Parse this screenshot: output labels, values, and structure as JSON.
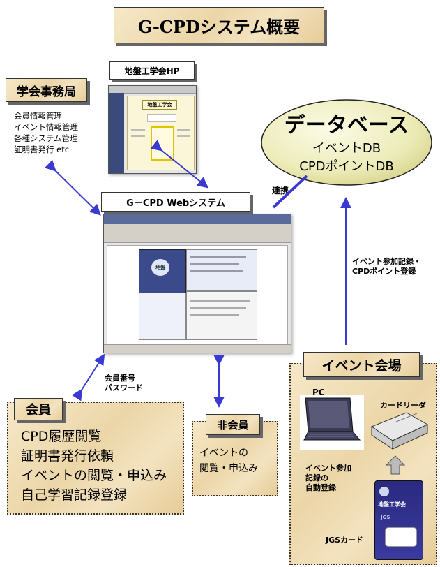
{
  "title": "G-CPDシステム概要",
  "secretariat": {
    "label": "学会事務局",
    "tasks": [
      "会員情報管理",
      "イベント情報管理",
      "各種システム管理",
      "証明書発行 etc"
    ]
  },
  "society_hp": {
    "label": "地盤工学会HP",
    "screenshot_title": "地盤工学会"
  },
  "database": {
    "title": "データベース",
    "items": [
      "イベントDB",
      "CPDポイントDB"
    ]
  },
  "link_label": "連携",
  "web_system": {
    "label": "G－CPD Webシステム",
    "logo_text": "地盤"
  },
  "event_record": {
    "line1": "イベント参加記録・",
    "line2": "CPDポイント登録"
  },
  "credentials": {
    "line1": "会員番号",
    "line2": "パスワード"
  },
  "member": {
    "label": "会員",
    "functions": [
      "CPD履歴閲覧",
      "証明書発行依頼",
      "イベントの閲覧・申込み",
      "自己学習記録登録"
    ]
  },
  "non_member": {
    "label": "非会員",
    "functions": [
      "イベントの",
      "閲覧・申込み"
    ]
  },
  "venue": {
    "label": "イベント会場",
    "pc_label": "PC",
    "reader_label": "カードリーダ",
    "auto_record": [
      "イベント参加",
      "記録の",
      "自動登録"
    ],
    "card_org": "地盤工学会",
    "card_abbrev": "JGS",
    "card_label": "JGSカード"
  }
}
